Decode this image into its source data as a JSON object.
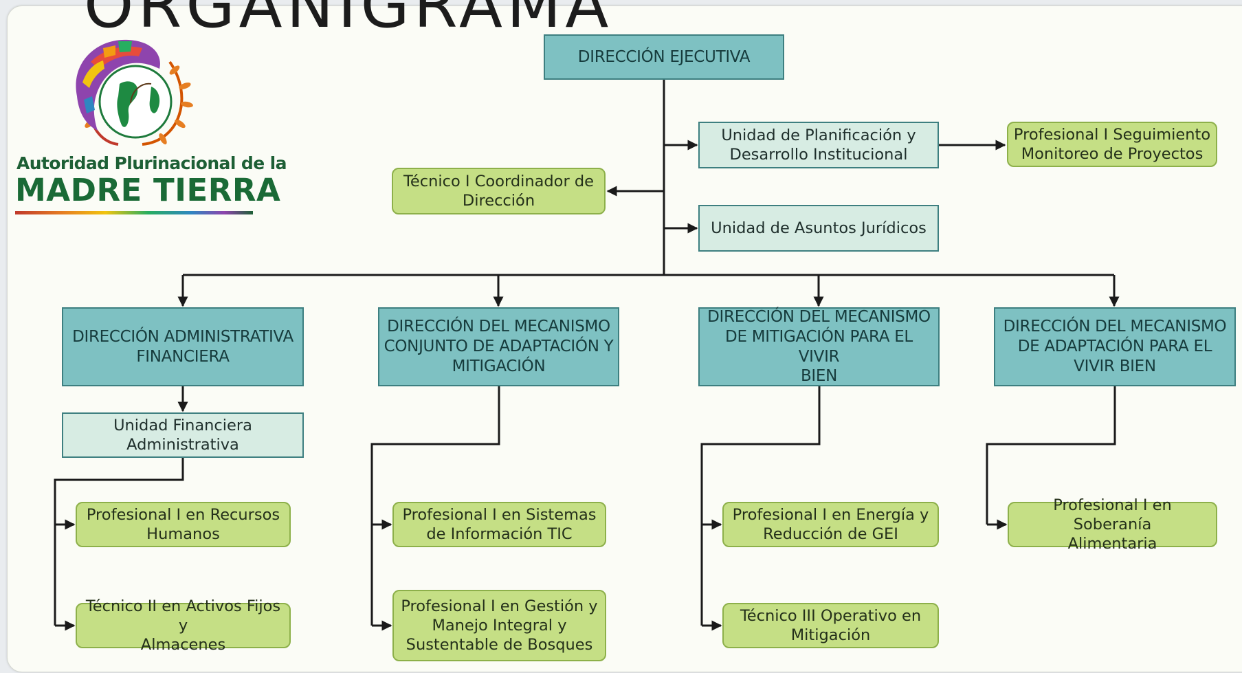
{
  "page_title": "ORGANIGRAMA",
  "logo": {
    "subtitle": "Autoridad Plurinacional de la",
    "name": "MADRE TIERRA"
  },
  "nodes": {
    "direccion_ejecutiva": [
      "DIRECCIÓN EJECUTIVA"
    ],
    "planificacion": [
      "Unidad de Planificación y",
      "Desarrollo Institucional"
    ],
    "seguimiento": [
      "Profesional I Seguimiento",
      "Monitoreo de Proyectos"
    ],
    "tecnico_coordinador": [
      "Técnico I Coordinador de",
      "Dirección"
    ],
    "asuntos_juridicos": [
      "Unidad de Asuntos Jurídicos"
    ],
    "dir_administrativa": [
      "DIRECCIÓN ADMINISTRATIVA",
      "FINANCIERA"
    ],
    "dir_mecanismo_conjunto": [
      "DIRECCIÓN DEL MECANISMO",
      "CONJUNTO DE ADAPTACIÓN Y",
      "MITIGACIÓN"
    ],
    "dir_mitigacion": [
      "DIRECCIÓN DEL MECANISMO",
      "DE MITIGACIÓN PARA EL VIVIR",
      "BIEN"
    ],
    "dir_adaptacion": [
      "DIRECCIÓN DEL MECANISMO",
      "DE ADAPTACIÓN PARA EL",
      "VIVIR BIEN"
    ],
    "unidad_financiera": [
      "Unidad Financiera",
      "Administrativa"
    ],
    "rrhh": [
      "Profesional I en Recursos",
      "Humanos"
    ],
    "activos": [
      "Técnico II en Activos Fijos y",
      "Almacenes"
    ],
    "sistemas_tic": [
      "Profesional I en Sistemas",
      "de Información TIC"
    ],
    "bosques": [
      "Profesional I en Gestión y",
      "Manejo Integral y",
      "Sustentable de Bosques"
    ],
    "energia": [
      "Profesional I en Energía y",
      "Reducción de GEI"
    ],
    "operativo_mitigacion": [
      "Técnico III Operativo en",
      "Mitigación"
    ],
    "soberania": [
      "Profesional I en Soberanía",
      "Alimentaria"
    ]
  },
  "colors": {
    "direction_box": "#7ec1c2",
    "unit_box": "#d7ece3",
    "staff_box": "#c5df85",
    "connector": "#1a1a1a"
  }
}
